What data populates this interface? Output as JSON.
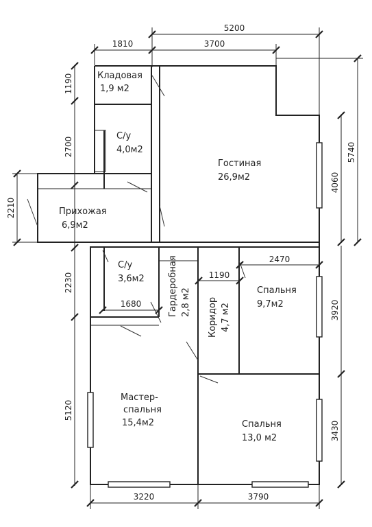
{
  "rooms": [
    {
      "name": "Кладовая",
      "area": "1,9 м2"
    },
    {
      "name": "С/у",
      "area": "4,0м2"
    },
    {
      "name": "Гостиная",
      "area": "26,9м2"
    },
    {
      "name": "Прихожая",
      "area": "6,9м2"
    },
    {
      "name": "С/у",
      "area": "3,6м2"
    },
    {
      "name": "Гардеробная",
      "area": "2,8 м2"
    },
    {
      "name": "Коридор",
      "area": "4,7 м2"
    },
    {
      "name": "Спальня",
      "area": "9,7м2"
    },
    {
      "name": "Мастер-",
      "area": "спальня",
      "extra": "15,4м2"
    },
    {
      "name": "Спальня",
      "area": "13,0 м2"
    }
  ],
  "dimensions": {
    "top_total": "5200",
    "top_left": "1810",
    "top_right": "3700",
    "left_storage": "1190",
    "left_bath": "2700",
    "left_hall": "2210",
    "left_bath2": "2230",
    "left_master": "5120",
    "right_total": "5740",
    "right_living": "4060",
    "right_bed1": "3920",
    "right_bed2": "3430",
    "bath2_width": "1680",
    "corridor_width": "1190",
    "bed1_width": "2470",
    "bottom_left": "3220",
    "bottom_right": "3790"
  }
}
